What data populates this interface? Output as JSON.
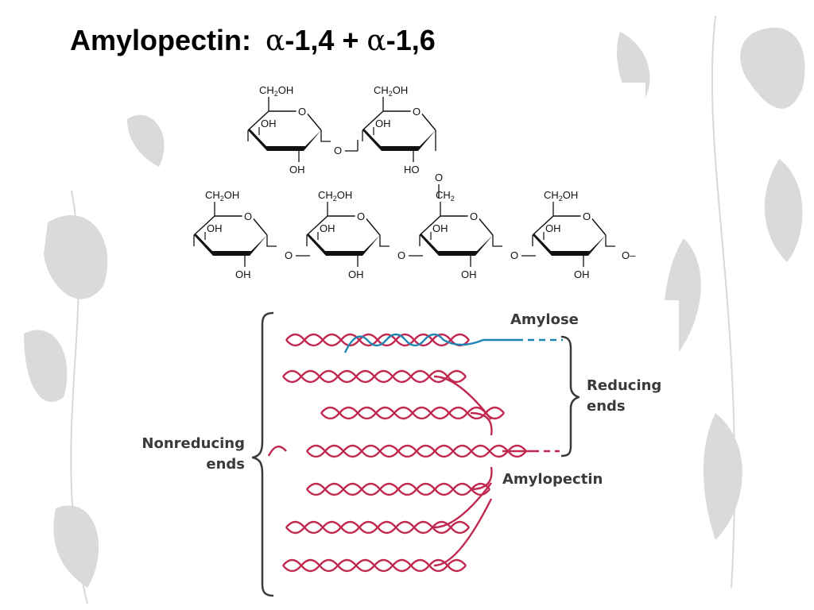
{
  "slide": {
    "title_main": "Amylopectin:",
    "title_alpha": "α",
    "title_link_a": "-1,4 + ",
    "title_link_b": "-1,6"
  },
  "chemistry": {
    "ch2oh_c": "CH",
    "ch2oh_sub": "2",
    "ch2oh_oh": "OH",
    "oh": "OH",
    "ho": "HO",
    "ring_o": "O",
    "bridge_o": "O",
    "end_bond": "O–"
  },
  "diagram": {
    "amylose_label": "Amylose",
    "reducing_line1": "Reducing",
    "reducing_line2": "ends",
    "nonreducing_line1": "Nonreducing",
    "nonreducing_line2": "ends",
    "amylopectin_label": "Amylopectin"
  },
  "colors": {
    "amylopectin_strand": "#c0284f",
    "amylose_strand": "#1f85b2",
    "brace": "#3a3a3a",
    "background_motif": "#d0d0d0"
  }
}
